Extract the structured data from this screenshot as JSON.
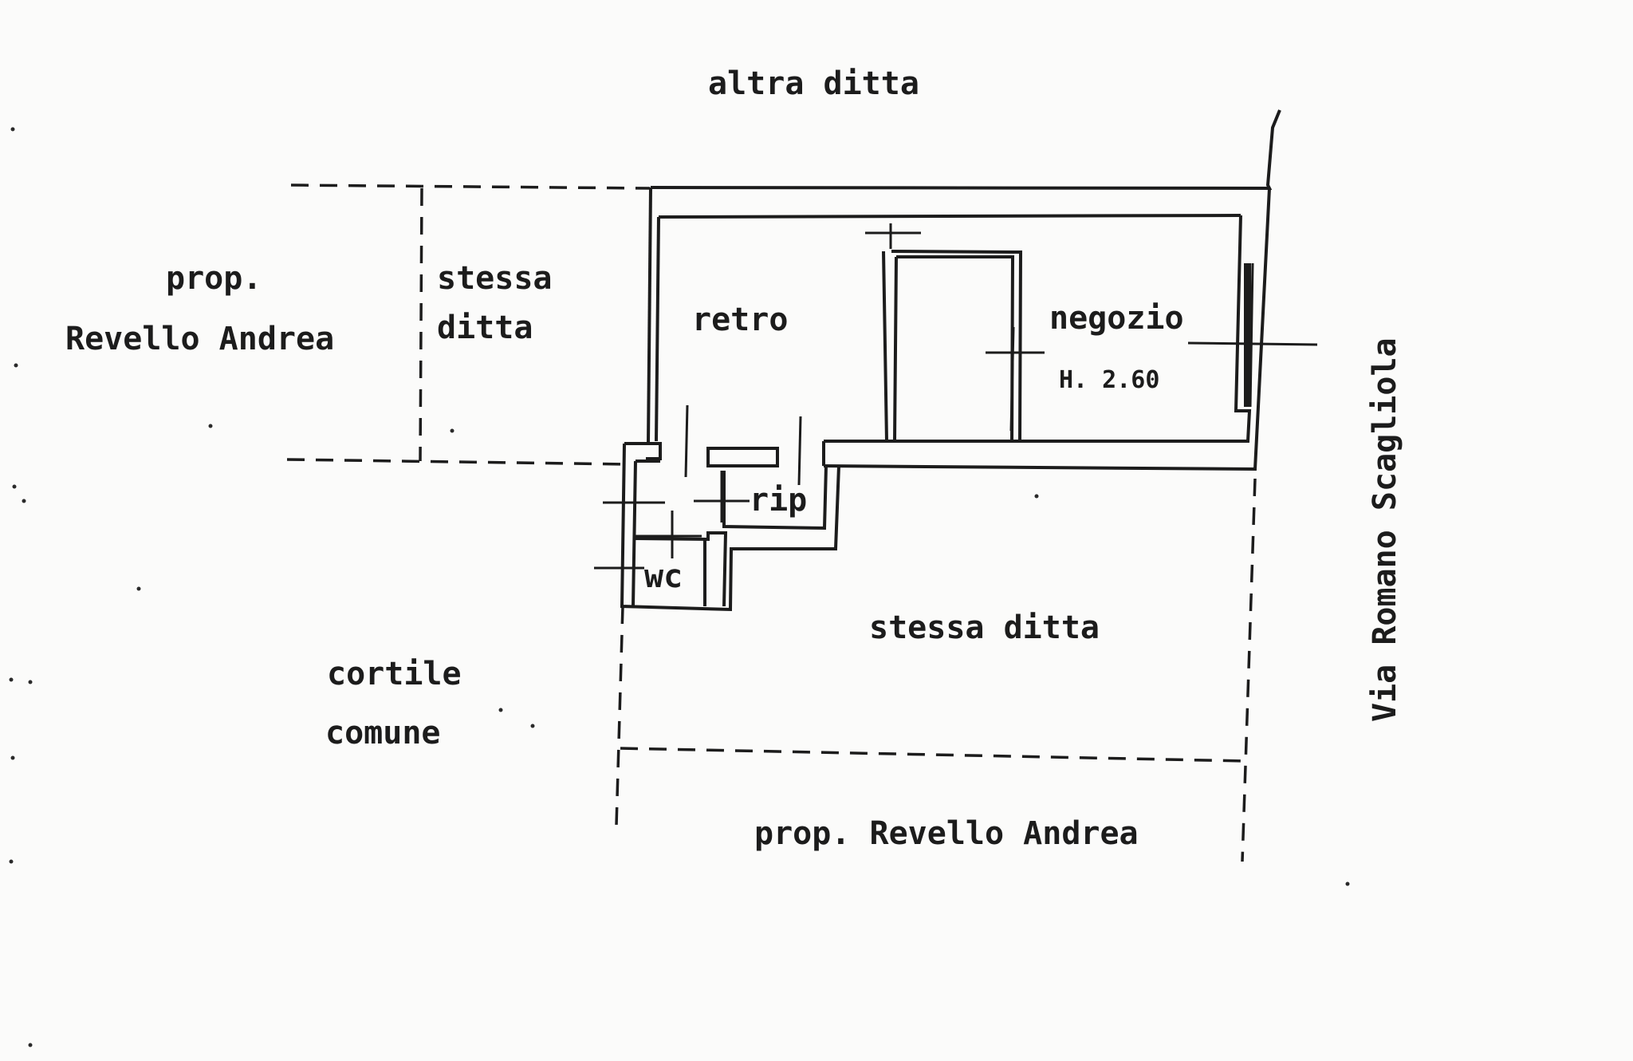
{
  "labels": {
    "top_neighbor": "altra ditta",
    "left_owner_line1": "prop.",
    "left_owner_line2": "Revello Andrea",
    "left_same_company_line1": "stessa",
    "left_same_company_line2": "ditta",
    "room_back": "retro",
    "room_shop": "negozio",
    "ceiling_height": "H. 2.60",
    "room_closet": "rip",
    "room_wc": "wc",
    "bottom_same_company": "stessa ditta",
    "courtyard_line1": "cortile",
    "courtyard_line2": "comune",
    "bottom_owner": "prop. Revello Andrea",
    "street": "Via Romano Scagliola"
  }
}
